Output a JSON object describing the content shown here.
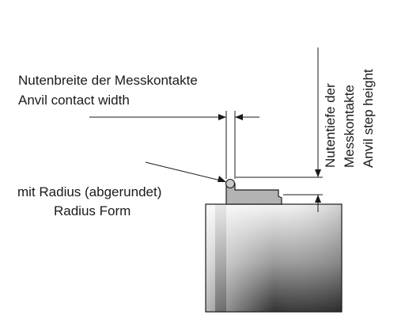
{
  "labels": {
    "width_de": "Nutenbreite der Messkontakte",
    "width_en": "Anvil contact width",
    "radius_de": "mit Radius (abgerundet)",
    "radius_en": "Radius Form",
    "depth_line1": "Nutentiefe der",
    "depth_line2": "Messkontakte",
    "depth_line3": "Anvil step height"
  },
  "colors": {
    "line": "#1a1a1a",
    "step_fill": "#b4b4b4",
    "body_light": "#f2f2f2",
    "body_dark": "#3a3a3a"
  }
}
